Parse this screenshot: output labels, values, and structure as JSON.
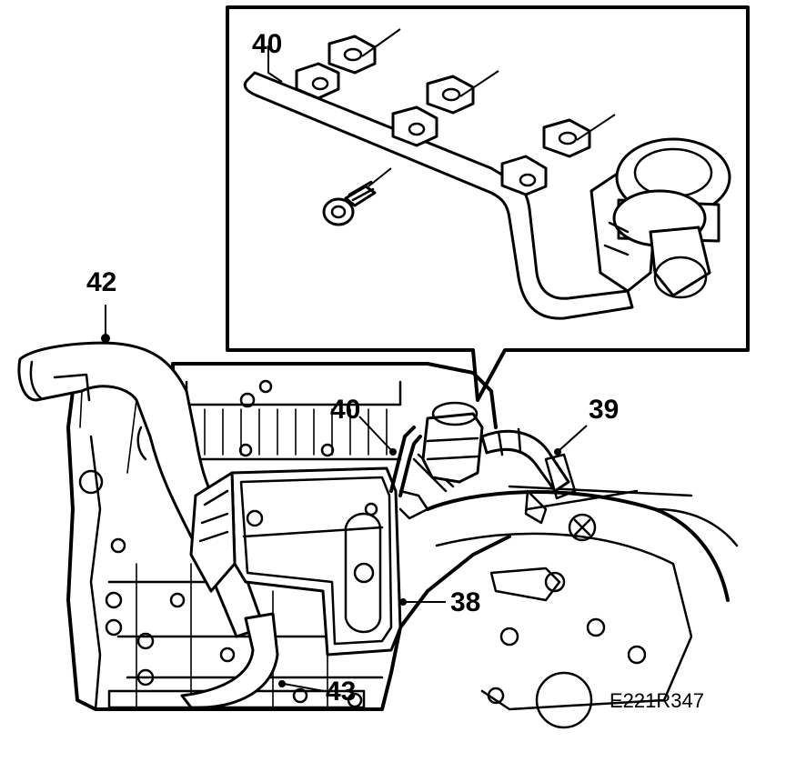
{
  "diagram": {
    "inset_callout": "40",
    "callouts": {
      "hose": "42",
      "pipe": "40",
      "valve_hose": "39",
      "cover": "38",
      "lower": "43"
    },
    "figure_code": "E221R347"
  }
}
